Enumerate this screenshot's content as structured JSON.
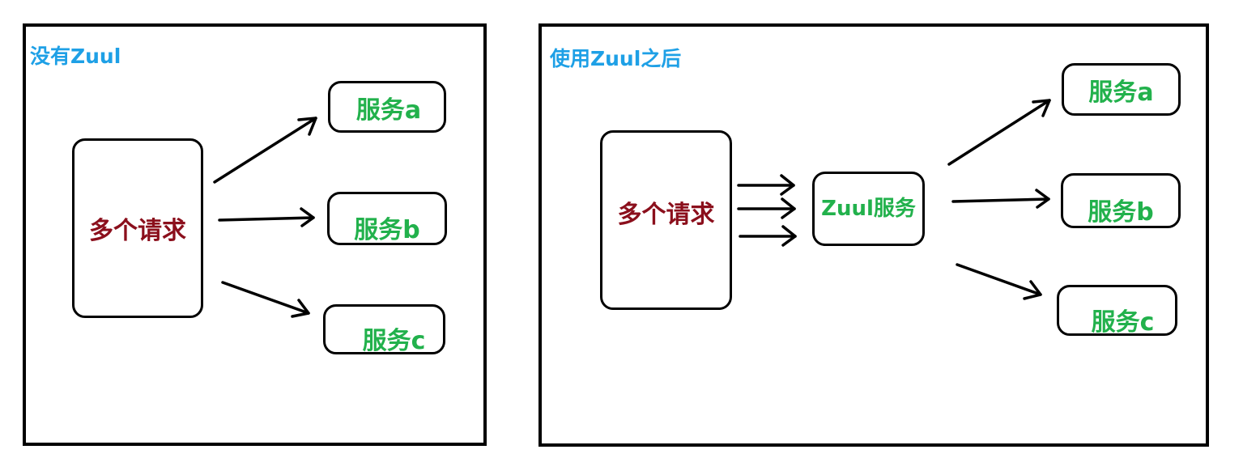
{
  "left_panel": {
    "title": "没有Zuul",
    "requests_label": "多个请求",
    "services": [
      "服务a",
      "服务b",
      "服务c"
    ]
  },
  "right_panel": {
    "title": "使用Zuul之后",
    "requests_label": "多个请求",
    "gateway_label": "Zuul服务",
    "services": [
      "服务a",
      "服务b",
      "服务c"
    ]
  },
  "colors": {
    "title": "#1ea0e6",
    "requests": "#8b0f1c",
    "services": "#22b14c",
    "border": "#000000"
  }
}
